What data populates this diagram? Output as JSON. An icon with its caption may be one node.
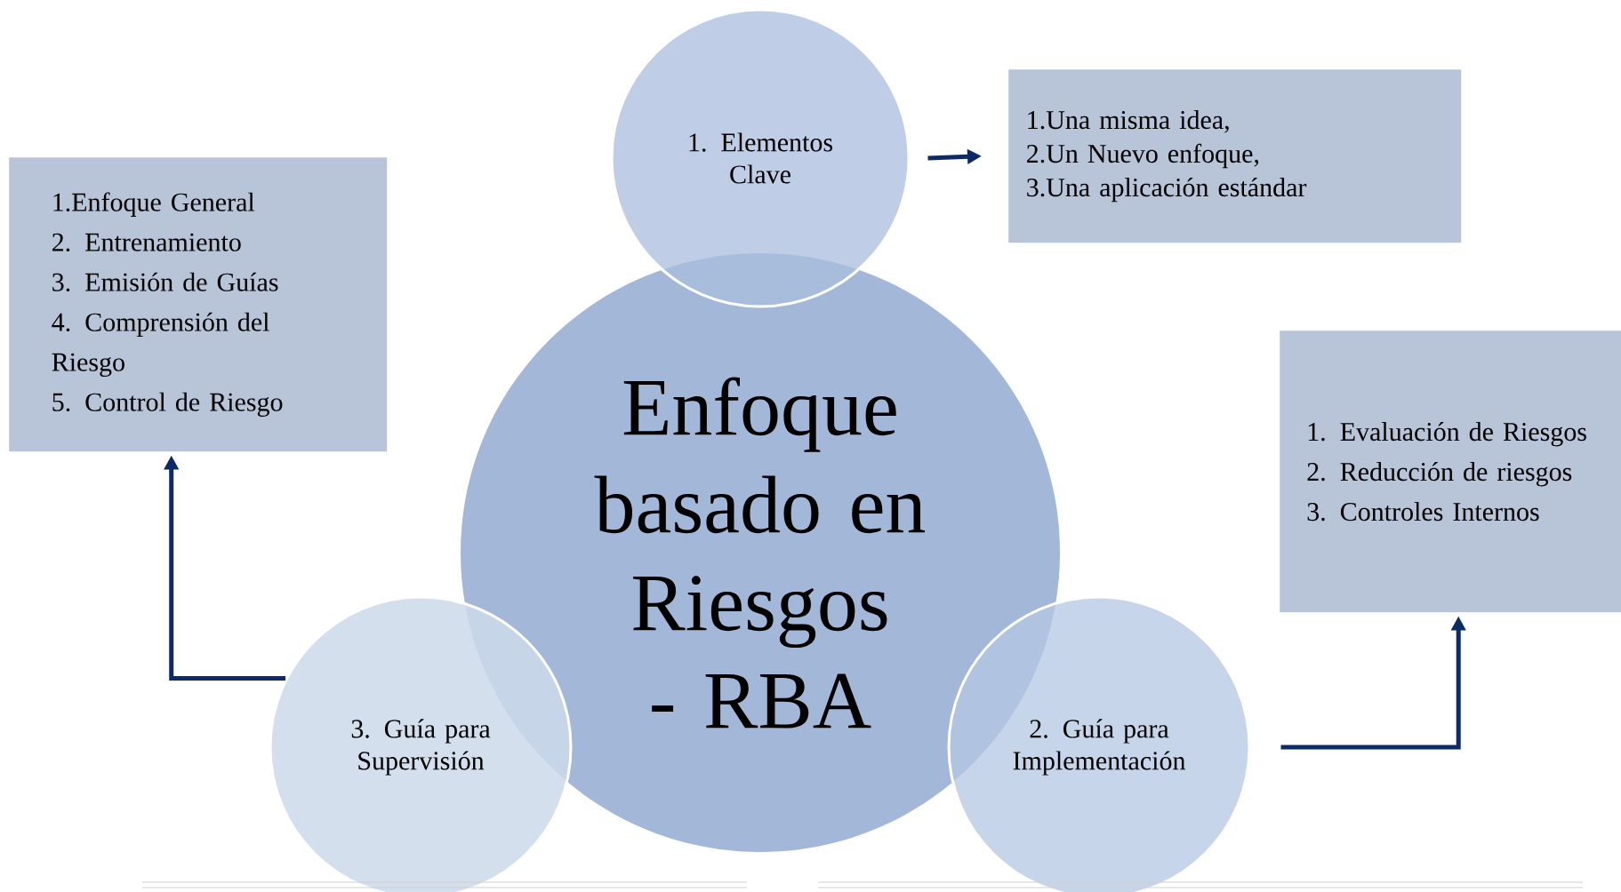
{
  "diagram": {
    "nodes": [
      {
        "text": [
          "Enfoque basado en Riesgos - RBA"
        ]
      },
      {
        "text": [
          "1. Elementos Clave"
        ]
      },
      {
        "text": [
          "2. Guía para Implementación"
        ]
      },
      {
        "text": [
          "3. Guía para Supervisión"
        ]
      },
      {
        "text": [
          "1.Una misma idea,",
          "2.Un Nuevo enfoque,",
          "3.Una aplicación estándar"
        ]
      },
      {
        "text": [
          "1. Evaluación de Riesgos",
          "2. Reducción de riesgos",
          "3. Controles Internos"
        ]
      },
      {
        "text": [
          "1.Enfoque General",
          "2. Entrenamiento",
          "3. Emisión de Guías",
          "4. Comprensión del Riesgo",
          "5. Control de Riesgo"
        ]
      }
    ],
    "edges": [
      {
        "from": 1,
        "to": 4,
        "arrow": "to"
      },
      {
        "from": 2,
        "to": 5,
        "arrow": "to"
      },
      {
        "from": 3,
        "to": 6,
        "arrow": "to"
      }
    ]
  }
}
